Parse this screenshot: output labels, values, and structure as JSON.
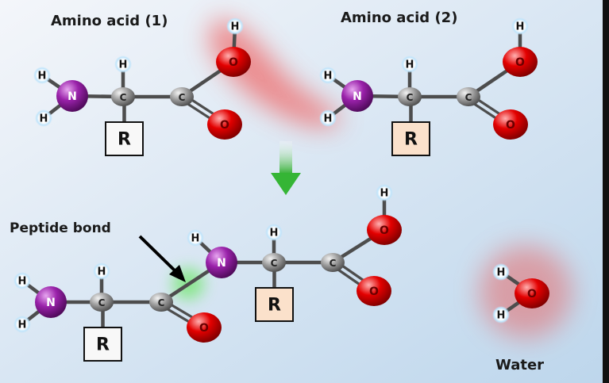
{
  "labels": {
    "amino_acid_1": "Amino acid (1)",
    "amino_acid_2": "Amino acid (2)",
    "peptide_bond": "Peptide bond",
    "water": "Water"
  },
  "atoms": {
    "hydrogen": "H",
    "nitrogen": "N",
    "carbon": "C",
    "oxygen": "O",
    "r_group": "R"
  },
  "colors": {
    "background_top": "#f2f5fa",
    "background_bottom": "#c4dbee",
    "nitrogen": "#8e1d9c",
    "oxygen": "#e00000",
    "carbon": "#8f8f8f",
    "hydrogen_glow": "#9fd3f5",
    "r_box_plain": "#f8f8f8",
    "r_box_tinted": "#fbe2cc",
    "arrow": "#3db83d",
    "peptide_glow": "#86e886",
    "water_glow": "#e87a7a"
  }
}
